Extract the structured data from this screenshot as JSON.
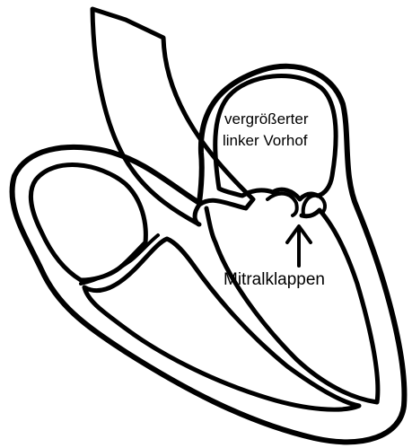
{
  "labels": {
    "atrium_line1": "vergrößerter",
    "atrium_line2": "linker Vorhof",
    "valves": "Mitralklappen"
  },
  "colors": {
    "background": "#ffffff",
    "ink": "#000000"
  }
}
